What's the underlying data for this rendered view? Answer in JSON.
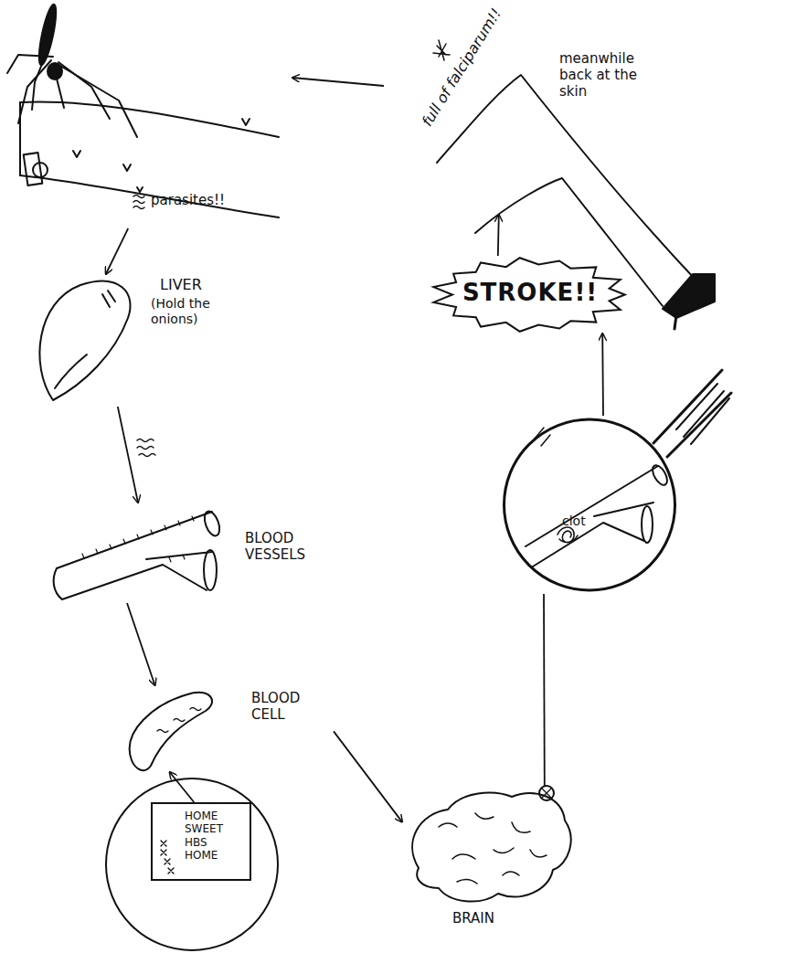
{
  "diagram": {
    "nodes": [
      {
        "text": [
          "parasites!!"
        ]
      },
      {
        "text": [
          "LIVER",
          "(Hold the onions)"
        ]
      },
      {
        "text": [
          "BLOOD VESSELS"
        ]
      },
      {
        "text": [
          "BLOOD CELL"
        ]
      },
      {
        "text": [
          "HOME SWEET HBS HOME"
        ]
      },
      {
        "text": [
          "BRAIN"
        ]
      },
      {
        "text": [
          "clot"
        ]
      },
      {
        "text": [
          "STROKE!!"
        ]
      },
      {
        "text": [
          "meanwhile back at the skin",
          "full of falciparum!!"
        ]
      }
    ],
    "edges": [
      {
        "from": 0,
        "to": 1,
        "arrow": "to"
      },
      {
        "from": 1,
        "to": 2,
        "arrow": "to"
      },
      {
        "from": 2,
        "to": 3,
        "arrow": "to"
      },
      {
        "from": 4,
        "to": 3,
        "arrow": "to"
      },
      {
        "from": 3,
        "to": 5,
        "arrow": "to"
      },
      {
        "from": 5,
        "to": 6,
        "arrow": "none"
      },
      {
        "from": 6,
        "to": 7,
        "arrow": "to"
      },
      {
        "from": 7,
        "to": 8,
        "arrow": "to"
      },
      {
        "from": 8,
        "to": 0,
        "arrow": "to"
      }
    ]
  }
}
